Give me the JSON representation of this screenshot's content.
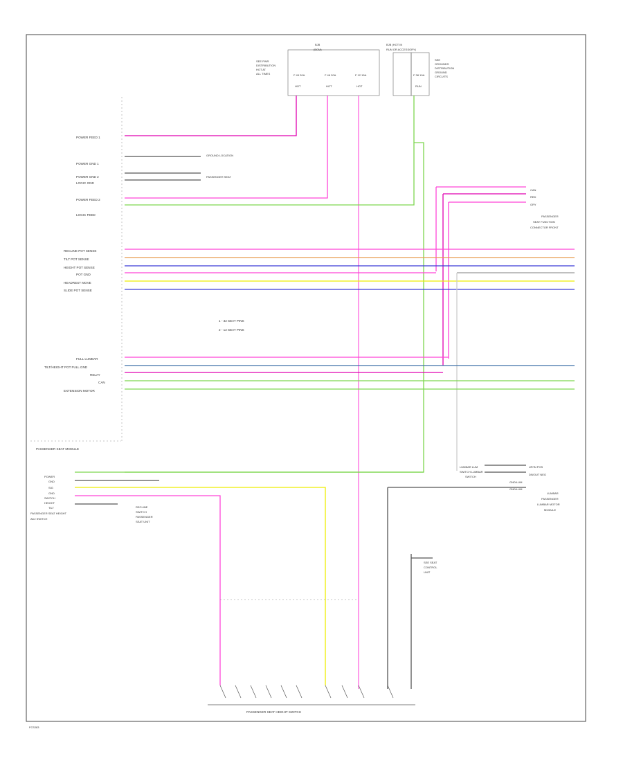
{
  "diagram": {
    "footer_code": "FCSJ83",
    "fuse_box_left": {
      "title": [
        "BJB",
        "(BCM)"
      ],
      "note": [
        "SEE PWR",
        "DISTRIBUTION",
        "HOT AT",
        "ALL TIMES"
      ],
      "fuses": [
        {
          "label": "F 45 20A",
          "sub": "HOT"
        },
        {
          "label": "F 46 20A",
          "sub": "HOT"
        },
        {
          "label": "F 12 15A",
          "sub": "HOT"
        }
      ]
    },
    "fuse_box_right": {
      "title": [
        "BJB (HOT IN",
        "RUN OR ACCESSORY)"
      ],
      "fuse": {
        "label": "F 38 10A",
        "sub": "RUN"
      },
      "note": [
        "SEE",
        "GROUNDS",
        "DISTRIBUTION",
        "GROUND",
        "CIRCUITS"
      ]
    },
    "module_left_labels": [
      "POWER FEED 1",
      "POWER GND 1",
      "POWER GND 2",
      "LOGIC GND",
      "POWER FEED 2",
      "LOGIC FEED",
      "RECLINE POT SENSE",
      "TILT POT SENSE",
      "HEIGHT POT SENSE",
      "POT GND",
      "HEADREST MOVE",
      "SLIDE POT SENSE",
      "FULL LUMBAR",
      "TILT/HEIGHT POT FULL GND",
      "RELAY",
      "CAN",
      "EXTENSION MOTOR"
    ],
    "module_title": "PASSENGER SEAT MODULE",
    "center_note": [
      "1 - 32 SEAT PINS",
      "2 - 12 SEAT PINS"
    ],
    "ground_labels": [
      "GROUND LOCATION",
      "PASSENGER SEAT"
    ],
    "right_connector_label": [
      "PASSENGER",
      "SEAT FUNCTION",
      "CONNECTOR FRONT"
    ],
    "right_top_labels": [
      "CAN",
      "RED",
      "GRY"
    ],
    "switch_left_labels": [
      "POWER",
      "GND",
      "SIG",
      "GND",
      "SWITCH",
      "HEIGHT",
      "TILT"
    ],
    "switch_connector_label": [
      "PASSENGER SEAT HEIGHT",
      "ADJ SWITCH"
    ],
    "switch_bottom_label": "PASSENGER SEAT HEIGHT SWITCH",
    "motor_label": [
      "RECLINE",
      "SWITCH",
      "PASSENGER",
      "SEAT UNIT"
    ],
    "right_lower_labels": [
      "LUMBAR LUM",
      "SWITCH LUMBAR",
      "SWITCH"
    ],
    "right_lower_signals": [
      "UP/IN POS",
      "DN/OUT NEG",
      "GND/LUM",
      "GND/LUM"
    ],
    "right_lower_connector": [
      "LUMBAR",
      "PASSENGER",
      "LUMBAR MOTOR",
      "MODULE"
    ],
    "seat_control_label": [
      "SEE SEAT",
      "CONTROL",
      "UNIT"
    ]
  },
  "colors": {
    "pink": "#ff44d8",
    "magenta": "#e000b0",
    "green": "#7dd64f",
    "yellow": "#eeee00",
    "blue": "#3b3bd6",
    "orange": "#e89b4c",
    "steel": "#3c6fa8",
    "gray": "#555555",
    "red": "#e03030"
  }
}
